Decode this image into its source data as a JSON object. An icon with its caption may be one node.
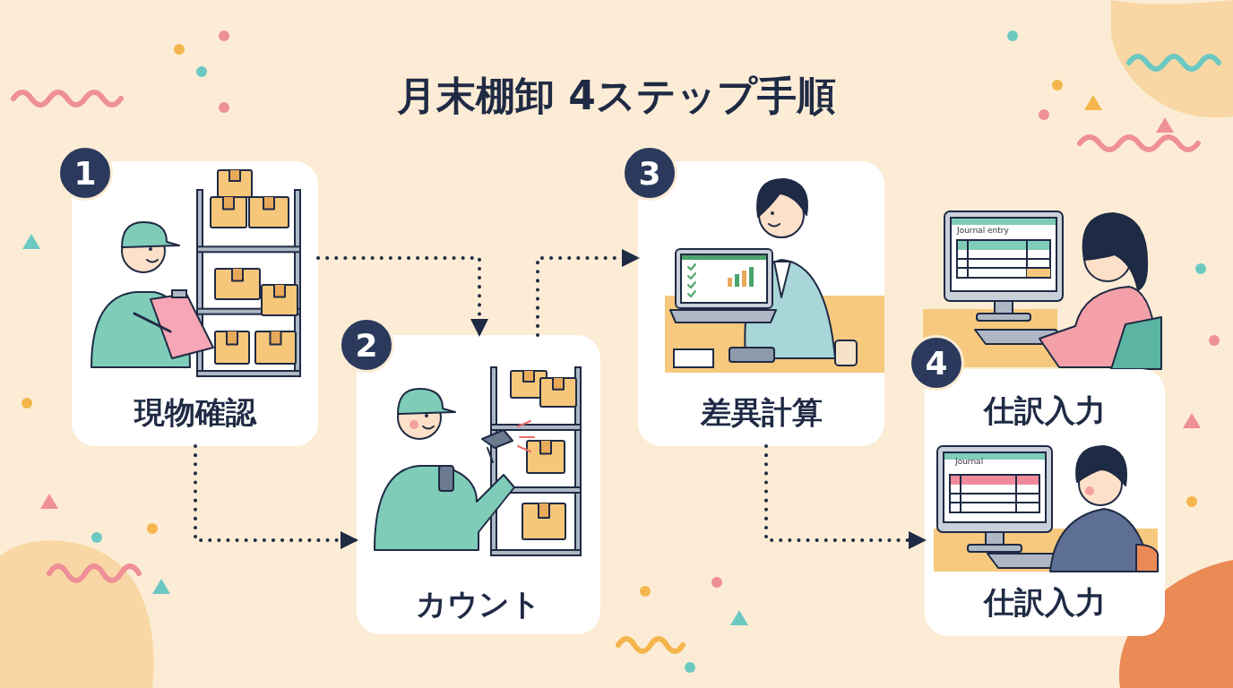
{
  "diagram": {
    "title": "月末棚卸 4ステップ手順",
    "nodes": [
      {
        "text": [
          "1"
        ]
      },
      {
        "text": [
          "現物確認"
        ]
      },
      {
        "text": [
          "2"
        ]
      },
      {
        "text": [
          "カウント"
        ]
      },
      {
        "text": [
          "3"
        ]
      },
      {
        "text": [
          "差異計算"
        ]
      },
      {
        "text": [
          "4"
        ]
      },
      {
        "text": [
          "仕訳入力",
          "仕訳入力"
        ]
      }
    ],
    "edges": [
      {
        "from": 1,
        "to": 3,
        "arrow": "to"
      },
      {
        "from": 1,
        "to": 3,
        "arrow": "to"
      },
      {
        "from": 3,
        "to": 5,
        "arrow": "to"
      },
      {
        "from": 5,
        "to": 7,
        "arrow": "to"
      }
    ],
    "labels": [
      "Journal entry",
      "Journal"
    ]
  }
}
